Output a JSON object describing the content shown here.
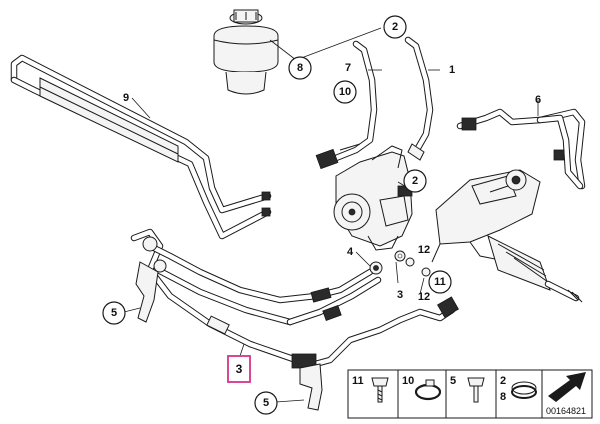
{
  "diagram": {
    "callouts": [
      {
        "id": "c2_top",
        "text": "2"
      },
      {
        "id": "c8",
        "text": "8"
      },
      {
        "id": "c7",
        "text": "7"
      },
      {
        "id": "c1",
        "text": "1"
      },
      {
        "id": "c9",
        "text": "9"
      },
      {
        "id": "c10",
        "text": "10"
      },
      {
        "id": "c6",
        "text": "6"
      },
      {
        "id": "c2_mid",
        "text": "2"
      },
      {
        "id": "c4",
        "text": "4"
      },
      {
        "id": "c12a",
        "text": "12"
      },
      {
        "id": "c11",
        "text": "11"
      },
      {
        "id": "c3_mid",
        "text": "3"
      },
      {
        "id": "c12b",
        "text": "12"
      },
      {
        "id": "c5_top",
        "text": "5"
      },
      {
        "id": "c3_hl",
        "text": "3"
      },
      {
        "id": "c5_bot",
        "text": "5"
      }
    ],
    "legend": {
      "items": [
        {
          "num": "11",
          "icon": "screw-icon"
        },
        {
          "num": "10",
          "icon": "clamp-icon"
        },
        {
          "num": "5",
          "icon": "bolt-icon"
        },
        {
          "num2a": "2",
          "num2b": "8",
          "icon": "hose-clamp-icon"
        }
      ]
    },
    "drawing_number": "00164821",
    "highlight_color": "#d6338a"
  }
}
